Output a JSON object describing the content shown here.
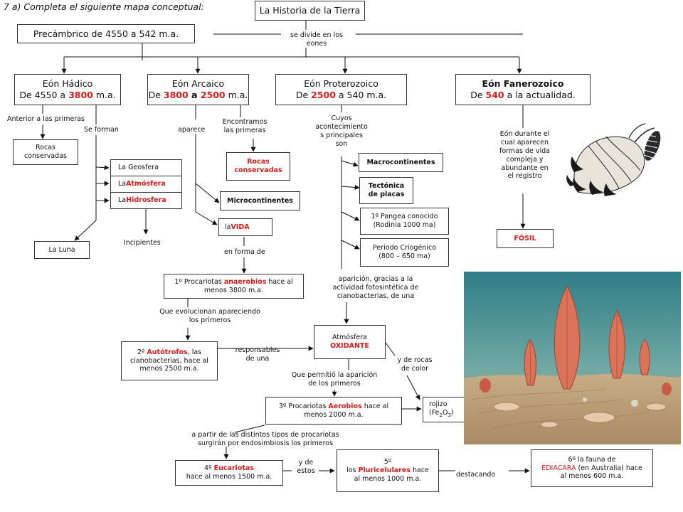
{
  "title": "7 a) Completa el siguiente mapa conceptual:",
  "root": "La Historia de la Tierra",
  "root_link": [
    "se divide en los",
    "eones"
  ],
  "precambrico": "Precámbrico de 4550  a  542  m.a.",
  "eons": {
    "hadico": {
      "name": "Eón Hádico",
      "pre": "De 4550  a  ",
      "num": "3800",
      "post": " m.a."
    },
    "arcaico": {
      "name": "Eón Arcaico",
      "pre": "De ",
      "num1": "3800",
      "mid": " a ",
      "num2": "2500",
      "post": " m.a."
    },
    "proterozoico": {
      "name": "Eón Proterozoico",
      "pre": "De ",
      "num": "2500",
      "post": " a 540  m.a."
    },
    "fanerozoico": {
      "name": "Eón Fanerozoico",
      "pre": "De ",
      "num": "540",
      "post": " a la actualidad."
    }
  },
  "hadico_branch": {
    "anterior_label": "Anterior a las primeras",
    "rocas": [
      "Rocas",
      "conservadas"
    ],
    "se_forman": "Se forman",
    "geosfera": "La Geosfera",
    "atmosfera_pre": "La ",
    "atmosfera": "Atmósfera",
    "hidrosfera_pre": "La ",
    "hidrosfera": "Hidrosfera",
    "incipientes": "Incipientes",
    "luna": "La Luna"
  },
  "arcaico_branch": {
    "encontramos": [
      "Encontramos",
      "las primeras"
    ],
    "rocas": [
      "Rocas",
      "conservadas"
    ],
    "aparece": "aparece",
    "microcontinentes": "Microcontinentes",
    "vida_pre": "la  ",
    "vida": "VIDA",
    "en_forma": "en forma de",
    "procariotas1": {
      "pre": "1º Procariotas ",
      "hl": "anaerobios",
      "post": " hace al",
      "line2": "menos 3800 m.a."
    },
    "evolucionan": [
      "Que evolucionan apareciendo",
      "los primeros"
    ],
    "autotrofos": {
      "pre": "2º  ",
      "hl": "Autótrofos",
      "post": ",  las",
      "line2": "cianobacterias, hace al",
      "line3": "menos 2500 m.a."
    },
    "responsables": [
      "responsables",
      "de una"
    ]
  },
  "proterozoico_branch": {
    "cuyos": [
      "Cuyos",
      "acontecimiento",
      "s principales",
      "son"
    ],
    "macro": "Macrocontinentes",
    "tectonica": [
      "Tectónica",
      "de placas"
    ],
    "pangea": [
      "1º Pangea  conocido",
      "(Rodinia 1000 ma)"
    ],
    "criogenico": [
      "Periodo Criogénico",
      "(800 – 650 ma)"
    ],
    "aparicion": [
      "aparición, gracias a la",
      "actividad fotosintética de",
      "cianobacterias, de una"
    ],
    "atmosfera": [
      "Atmósfera",
      "OXIDANTE"
    ],
    "rocas_color": [
      "y de rocas",
      "de color"
    ],
    "rojizo": "rojizo",
    "fe": "(Fe",
    "fe_sub1": "2",
    "fe_mid": "O",
    "fe_sub2": "3",
    "fe_end": ")",
    "permitio": [
      "Que  permitió la aparición",
      "de  los primeros"
    ],
    "aerobios": {
      "pre": "3º Procariotas  ",
      "hl": "Aerobios",
      "post": " hace al",
      "line2": "menos 2000 m.a."
    },
    "partir": [
      "a partir de las distintos tipos de procariotas",
      "surgirán por endosimbiosis los primeros"
    ],
    "eucariotas": {
      "pre": "4º  ",
      "hl": "Eucariotas",
      "line2": "hace al menos 1500 m.a."
    },
    "y_estos": [
      "y de",
      "estos"
    ],
    "pluricelulares": {
      "line1": "5º",
      "pre": "los  ",
      "hl": "Pluricelulares",
      "post": "  hace",
      "line3": "al menos 1000 m.a."
    },
    "destacando": "destacando",
    "ediacara": {
      "line1": "6º la fauna de",
      "hl": "EDIACARA",
      "post": " (en Australia) hace",
      "line3": "al menos 600 m.a."
    }
  },
  "fanerozoico_branch": {
    "desc": [
      "Eón durante el",
      "cual aparecen",
      "formas de vida",
      "compleja y",
      "abundante en",
      "el registro"
    ],
    "fosil": "FÓSIL"
  }
}
